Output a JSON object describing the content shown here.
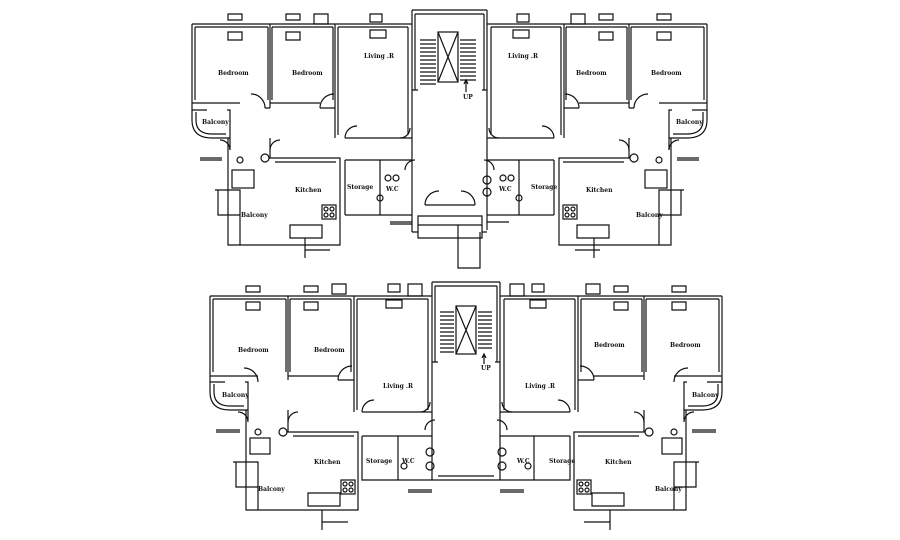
{
  "plan_upper": {
    "rooms": {
      "bedroom_1": "Bedroom",
      "bedroom_2": "Bedroom",
      "living_left": "Living .R",
      "living_right": "Living .R",
      "bedroom_3": "Bedroom",
      "bedroom_4": "Bedroom",
      "balcony_front_left": "Balcony",
      "balcony_front_right": "Balcony",
      "kitchen_left": "Kitchen",
      "kitchen_right": "Kitchen",
      "storage_left": "Storage",
      "storage_right": "Storage",
      "wc_left": "W.C",
      "wc_right": "W.C",
      "balcony_back_left": "Balcony",
      "balcony_back_right": "Balcony"
    },
    "stair_label": "UP"
  },
  "plan_lower": {
    "rooms": {
      "bedroom_1": "Bedroom",
      "bedroom_2": "Bedroom",
      "living_left": "Living .R",
      "living_right": "Living .R",
      "bedroom_3": "Bedroom",
      "bedroom_4": "Bedroom",
      "balcony_front_left": "Balcony",
      "balcony_front_right": "Balcony",
      "kitchen_left": "Kitchen",
      "kitchen_right": "Kitchen",
      "storage_left": "Storage",
      "storage_right": "Storage",
      "wc_left": "W.C",
      "wc_right": "W.C",
      "balcony_back_left": "Balcony",
      "balcony_back_right": "Balcony"
    },
    "stair_label": "UP"
  },
  "colors": {
    "line": "#111111",
    "background": "#ffffff"
  }
}
